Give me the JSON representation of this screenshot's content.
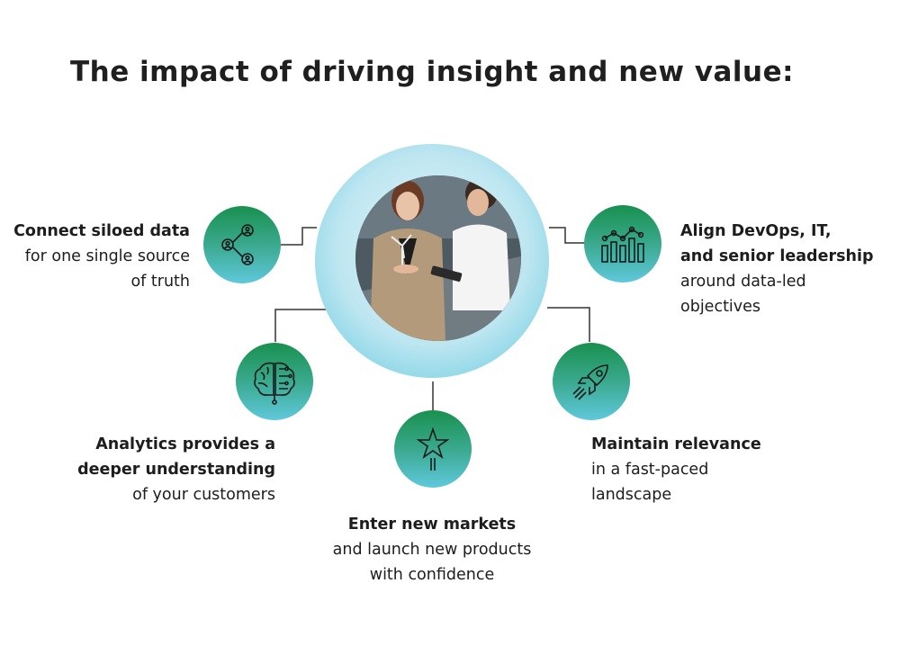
{
  "title": "The impact of driving insight and new value:",
  "items": [
    {
      "icon": "network-users-icon",
      "bold": "Connect siloed data",
      "rest": [
        "for one single source",
        "of truth"
      ]
    },
    {
      "icon": "bar-chart-icon",
      "bold": [
        "Align DevOps, IT,",
        "and senior leadership"
      ],
      "rest": [
        "around data-led",
        "objectives"
      ]
    },
    {
      "icon": "brain-circuit-icon",
      "bold": [
        "Analytics provides a",
        "deeper understanding"
      ],
      "rest": [
        "of your customers"
      ]
    },
    {
      "icon": "rocket-icon",
      "bold": "Maintain relevance",
      "rest": [
        "in a fast-paced",
        "landscape"
      ]
    },
    {
      "icon": "star-icon",
      "bold": "Enter new markets",
      "rest": [
        "and launch new products",
        "with confidence"
      ]
    }
  ],
  "colors": {
    "node_top": "#19904f",
    "node_bottom": "#5fc8dc",
    "hub": "#bde6f1",
    "text": "#1d1d1d"
  }
}
